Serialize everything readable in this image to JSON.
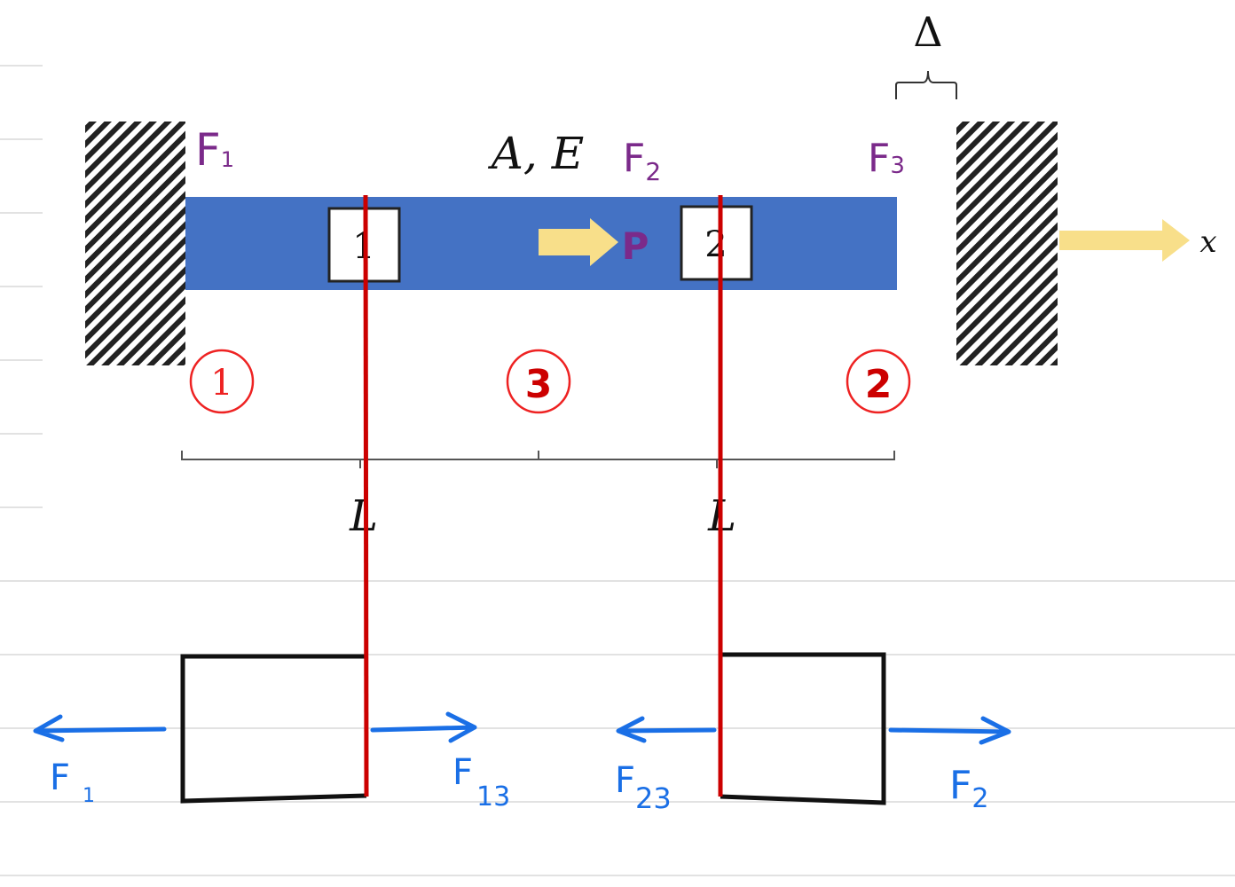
{
  "labels": {
    "delta": "Δ",
    "material": "A, E",
    "load": "P",
    "axis": "x",
    "length_left": "L",
    "length_right": "L"
  },
  "reactions": {
    "f1": {
      "letter": "F",
      "sub": "1"
    },
    "f2": {
      "letter": "F",
      "sub": "2"
    },
    "f3": {
      "letter": "F",
      "sub": "3"
    }
  },
  "elements": {
    "e1": "1",
    "e2": "2"
  },
  "nodes": {
    "n1": "1",
    "n3": "3",
    "n2": "2"
  },
  "fbd_forces": {
    "left_out": {
      "letter": "F",
      "sub": "1"
    },
    "left_in": {
      "letter": "F",
      "sub": "13"
    },
    "right_in": {
      "letter": "F",
      "sub": "23"
    },
    "right_out": {
      "letter": "F",
      "sub": "2"
    }
  },
  "colors": {
    "bar": "#4472c4",
    "cut_line": "#cc0000",
    "node_circle": "#ee2222",
    "reaction_text": "#7b2a8a",
    "fbd_arrow": "#1a6fe6",
    "load_arrow": "#f8df8a",
    "ruled_line": "#d9d9d9"
  }
}
